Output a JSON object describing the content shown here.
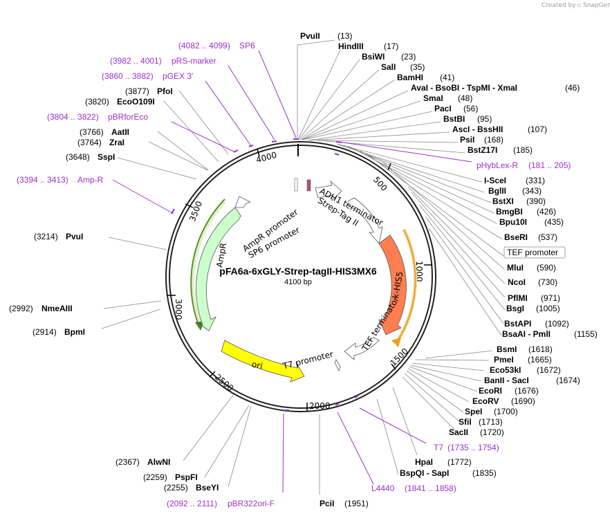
{
  "credit": {
    "prefix": "Created by",
    "brand": "SnapGene"
  },
  "plasmid": {
    "name": "pFA6a-6xGLY-Strep-tagII-HIS3MX6",
    "size": "4100 bp",
    "total_length": 4100
  },
  "tick_labels": [
    "500",
    "1000",
    "1500",
    "2000",
    "2500",
    "3000",
    "3500",
    "4000"
  ],
  "enzymes_right": [
    {
      "name": "PvuII",
      "pos": "(13)",
      "site": 13
    },
    {
      "name": "HindIII",
      "pos": "(17)",
      "site": 17
    },
    {
      "name": "BsiWI",
      "pos": "(23)",
      "site": 23
    },
    {
      "name": "SalI",
      "pos": "(35)",
      "site": 35
    },
    {
      "name": "BamHI",
      "pos": "(41)",
      "site": 41
    },
    {
      "name": "AvaI - BsoBI - TspMI - XmaI",
      "pos": "(46)",
      "site": 46
    },
    {
      "name": "SmaI",
      "pos": "(48)",
      "site": 48
    },
    {
      "name": "PacI",
      "pos": "(56)",
      "site": 56
    },
    {
      "name": "BstBI",
      "pos": "(95)",
      "site": 95
    },
    {
      "name": "AscI - BssHII",
      "pos": "(107)",
      "site": 107
    },
    {
      "name": "PsiI",
      "pos": "(168)",
      "site": 168
    },
    {
      "name": "BstZ17I",
      "pos": "(185)",
      "site": 185
    },
    {
      "name": "I-SceI",
      "pos": "(331)",
      "site": 331
    },
    {
      "name": "BglII",
      "pos": "(343)",
      "site": 343
    },
    {
      "name": "BstXI",
      "pos": "(390)",
      "site": 390
    },
    {
      "name": "BmgBI",
      "pos": "(426)",
      "site": 426
    },
    {
      "name": "Bpu10I",
      "pos": "(435)",
      "site": 435
    },
    {
      "name": "BseRI",
      "pos": "(537)",
      "site": 537
    },
    {
      "name": "MluI",
      "pos": "(590)",
      "site": 590
    },
    {
      "name": "NcoI",
      "pos": "(730)",
      "site": 730
    },
    {
      "name": "PflMI",
      "pos": "(971)",
      "site": 971
    },
    {
      "name": "BsgI",
      "pos": "(1005)",
      "site": 1005
    },
    {
      "name": "BstAPI",
      "pos": "(1092)",
      "site": 1092
    },
    {
      "name": "BsaAI - PmlI",
      "pos": "(1155)",
      "site": 1155
    },
    {
      "name": "BsmI",
      "pos": "(1618)",
      "site": 1618
    },
    {
      "name": "PmeI",
      "pos": "(1665)",
      "site": 1665
    },
    {
      "name": "Eco53kI",
      "pos": "(1672)",
      "site": 1672
    },
    {
      "name": "BanII - SacI",
      "pos": "(1674)",
      "site": 1674
    },
    {
      "name": "EcoRI",
      "pos": "(1676)",
      "site": 1676
    },
    {
      "name": "EcoRV",
      "pos": "(1690)",
      "site": 1690
    },
    {
      "name": "SpeI",
      "pos": "(1700)",
      "site": 1700
    },
    {
      "name": "SfiI",
      "pos": "(1713)",
      "site": 1713
    },
    {
      "name": "SacII",
      "pos": "(1720)",
      "site": 1720
    },
    {
      "name": "HpaI",
      "pos": "(1772)",
      "site": 1772
    },
    {
      "name": "BspQI - SapI",
      "pos": "(1835)",
      "site": 1835
    },
    {
      "name": "PciI",
      "pos": "(1951)",
      "site": 1951
    }
  ],
  "enzymes_left": [
    {
      "name": "AlwNI",
      "pos": "(2367)",
      "site": 2367
    },
    {
      "name": "PspFI",
      "pos": "(2259)",
      "site": 2259
    },
    {
      "name": "BseYI",
      "pos": "(2255)",
      "site": 2255
    },
    {
      "name": "BpmI",
      "pos": "(2914)",
      "site": 2914
    },
    {
      "name": "NmeAIII",
      "pos": "(2992)",
      "site": 2992
    },
    {
      "name": "PvuI",
      "pos": "(3214)",
      "site": 3214
    },
    {
      "name": "SspI",
      "pos": "(3648)",
      "site": 3648
    },
    {
      "name": "ZraI",
      "pos": "(3764)",
      "site": 3764
    },
    {
      "name": "AatII",
      "pos": "(3766)",
      "site": 3766
    },
    {
      "name": "EcoO109I",
      "pos": "(3820)",
      "site": 3820
    },
    {
      "name": "PfoI",
      "pos": "(3877)",
      "site": 3877
    }
  ],
  "primers": [
    {
      "name": "SP6",
      "range": "(4082 .. 4099)",
      "start": 4082,
      "end": 4099
    },
    {
      "name": "pRS-marker",
      "range": "(3982 .. 4001)",
      "start": 3982,
      "end": 4001
    },
    {
      "name": "pGEX 3'",
      "range": "(3860 .. 3882)",
      "start": 3860,
      "end": 3882
    },
    {
      "name": "pBRforEco",
      "range": "(3804 .. 3822)",
      "start": 3804,
      "end": 3822
    },
    {
      "name": "Amp-R",
      "range": "(3394 .. 3413)",
      "start": 3394,
      "end": 3413
    },
    {
      "name": "pHybLex-R",
      "range": "(181 .. 205)",
      "start": 181,
      "end": 205
    },
    {
      "name": "T7",
      "range": "(1735 .. 1754)",
      "start": 1735,
      "end": 1754
    },
    {
      "name": "L4440",
      "range": "(1841 .. 1858)",
      "start": 1841,
      "end": 1858
    },
    {
      "name": "pBR322ori-F",
      "range": "(2092 .. 2111)",
      "start": 2092,
      "end": 2111
    }
  ],
  "boxed_label": "TEF promoter",
  "features": [
    {
      "name": "AmpR",
      "color": "#ccffcc"
    },
    {
      "name": "ori",
      "color": "#ffff00"
    },
    {
      "name": "k-HIS5",
      "color": "#ff7f50"
    },
    {
      "name": "AmpR promoter",
      "color": "#ffffff"
    },
    {
      "name": "SP6 promoter",
      "color": "#ffffff"
    },
    {
      "name": "ADH1 terminator",
      "color": "#ffffff"
    },
    {
      "name": "Strep-Tag II",
      "color": "#b05080"
    },
    {
      "name": "TEF terminator",
      "color": "#ffffff"
    },
    {
      "name": "T7 promoter",
      "color": "#ffffff"
    }
  ],
  "colors": {
    "primer": "#9b2fd0",
    "orf_amp": "#4a8a1a",
    "orf_his": "#e8a020",
    "backbone": "#222222"
  }
}
